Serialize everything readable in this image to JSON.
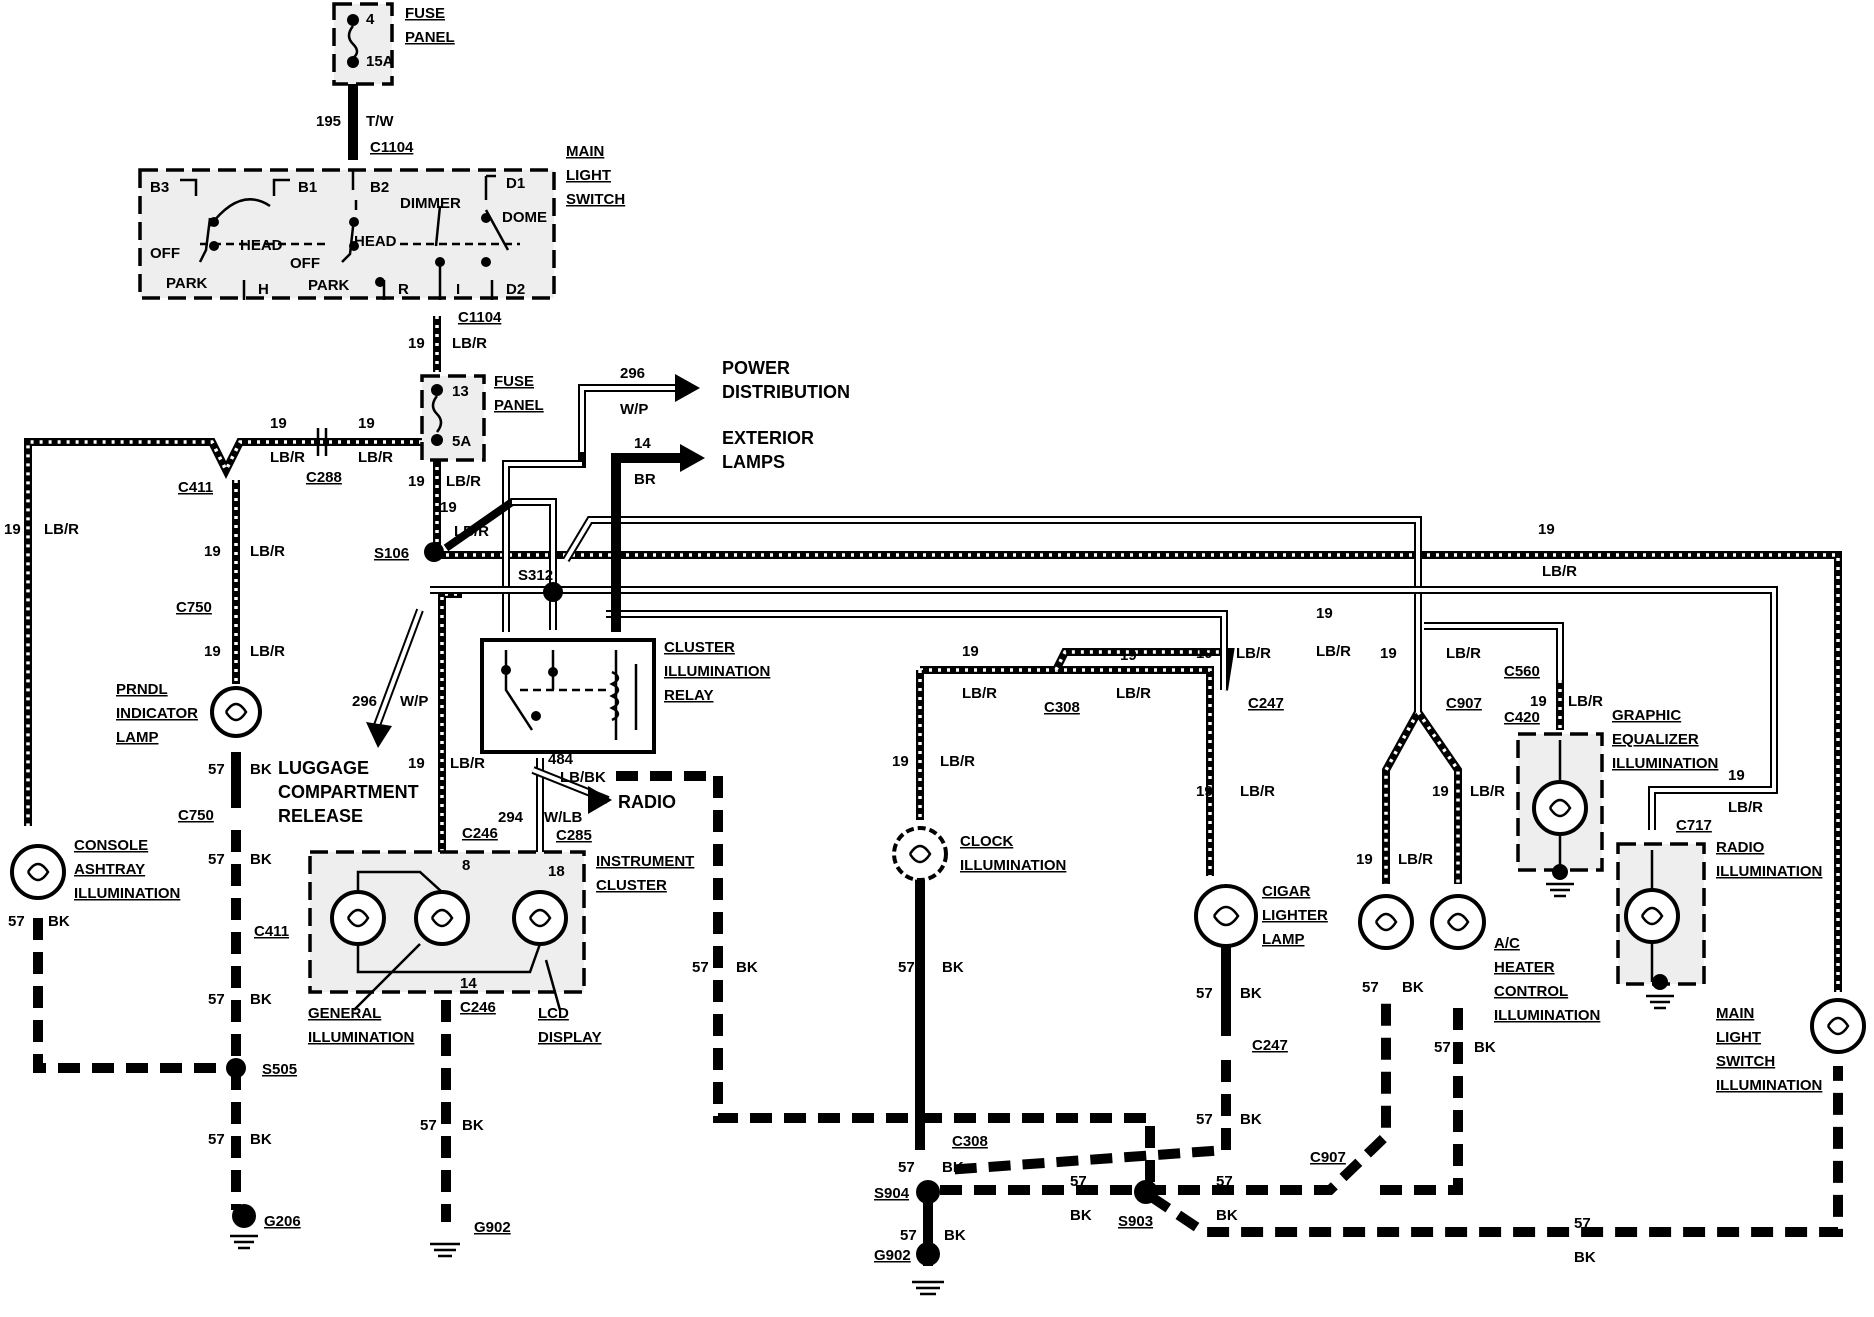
{
  "diagram": {
    "fuse_panel_top": {
      "label": [
        "FUSE",
        "PANEL"
      ],
      "cavity": "4",
      "rating": "15A"
    },
    "fuse_panel_mid": {
      "label": [
        "FUSE",
        "PANEL"
      ],
      "cavity": "13",
      "rating": "5A"
    },
    "main_light_switch": {
      "label": [
        "MAIN",
        "LIGHT",
        "SWITCH"
      ],
      "terminals": [
        "B3",
        "B1",
        "B2",
        "D1",
        "DIMMER",
        "DOME",
        "OFF",
        "HEAD",
        "PARK",
        "H",
        "OFF",
        "HEAD",
        "PARK",
        "R",
        "I",
        "D2"
      ]
    },
    "connectors": [
      "C1104",
      "C1104",
      "C288",
      "C411",
      "C750",
      "C750",
      "C411",
      "C246",
      "C285",
      "C246",
      "C308",
      "C247",
      "C247",
      "C907",
      "C560",
      "C420",
      "C717",
      "C308",
      "C907"
    ],
    "splices": [
      "S106",
      "S312",
      "S505",
      "S904",
      "S903"
    ],
    "grounds": [
      "G206",
      "G902",
      "G902"
    ],
    "wires": {
      "195": "195",
      "tw": "T/W",
      "19": "19",
      "lbr": "LB/R",
      "296": "296",
      "wp": "W/P",
      "14": "14",
      "br": "BR",
      "57": "57",
      "bk": "BK",
      "484": "484",
      "lbbk": "LB/BK",
      "294": "294",
      "wlb": "W/LB",
      "8": "8",
      "18": "18"
    },
    "destinations": {
      "power": [
        "POWER",
        "DISTRIBUTION"
      ],
      "exterior": [
        "EXTERIOR",
        "LAMPS"
      ],
      "radio_out": "RADIO",
      "luggage": [
        "LUGGAGE",
        "COMPARTMENT",
        "RELEASE"
      ]
    },
    "components": {
      "cluster_relay": [
        "CLUSTER",
        "ILLUMINATION",
        "RELAY"
      ],
      "prndl": [
        "PRNDL",
        "INDICATOR",
        "LAMP"
      ],
      "console": [
        "CONSOLE",
        "ASHTRAY",
        "ILLUMINATION"
      ],
      "instrument": [
        "INSTRUMENT",
        "CLUSTER"
      ],
      "general": [
        "GENERAL",
        "ILLUMINATION"
      ],
      "lcd": [
        "LCD",
        "DISPLAY"
      ],
      "clock": [
        "CLOCK",
        "ILLUMINATION"
      ],
      "cigar": [
        "CIGAR",
        "LIGHTER",
        "LAMP"
      ],
      "ac": [
        "A/C",
        "HEATER",
        "CONTROL",
        "ILLUMINATION"
      ],
      "equalizer": [
        "GRAPHIC",
        "EQUALIZER",
        "ILLUMINATION"
      ],
      "radio": [
        "RADIO",
        "ILLUMINATION"
      ],
      "mls_illum": [
        "MAIN",
        "LIGHT",
        "SWITCH",
        "ILLUMINATION"
      ]
    }
  }
}
